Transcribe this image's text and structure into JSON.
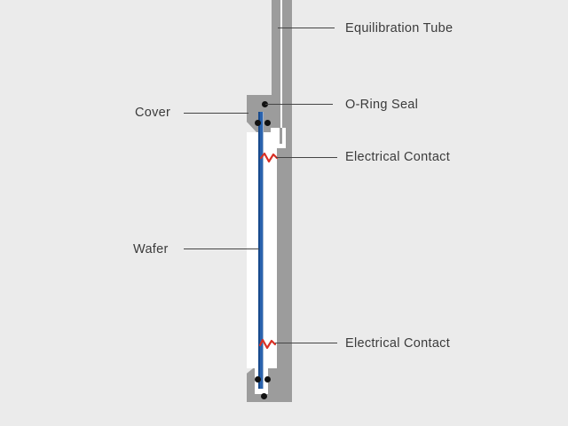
{
  "labels": {
    "equilibration_tube": "Equilibration Tube",
    "o_ring_seal": "O-Ring Seal",
    "cover": "Cover",
    "electrical_contact_top": "Electrical Contact",
    "wafer": "Wafer",
    "electrical_contact_bottom": "Electrical Contact"
  },
  "colors": {
    "background": "#ebebeb",
    "structure_gray": "#9c9c9c",
    "cavity_white": "#ffffff",
    "wafer_blue": "#2a63ae",
    "wafer_blue_dark": "#184a8c",
    "wafer_blue_light": "#9fb4cf",
    "contact_red": "#d93025",
    "o_ring_black": "#111111",
    "leader_line": "#454545",
    "label_text": "#3b3b3b"
  }
}
